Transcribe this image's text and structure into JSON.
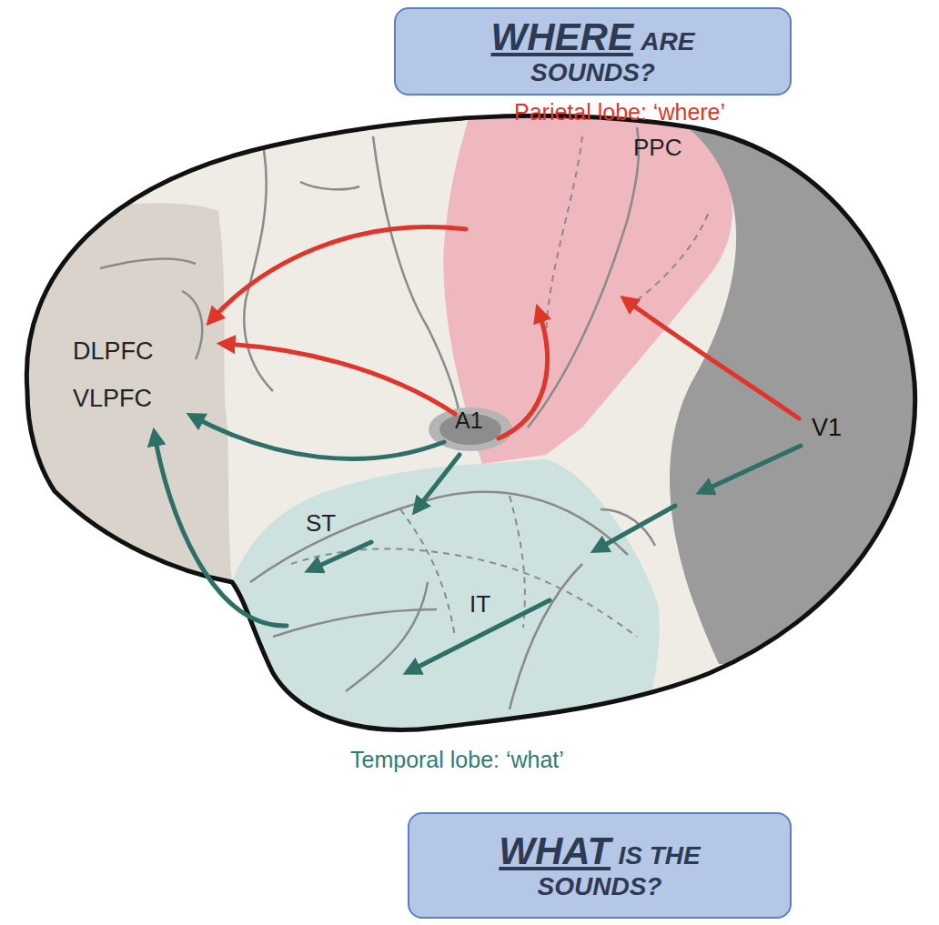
{
  "diagram": {
    "nodes": [
      {
        "text": [
          "WHERE",
          "ARE SOUNDS?"
        ]
      },
      {
        "text": [
          "WHAT",
          "IS THE SOUNDS?"
        ]
      }
    ],
    "labels": [
      "Parietal lobe: ‘where’",
      "PPC",
      "DLPFC",
      "VLPFC",
      "A1",
      "V1",
      "ST",
      "IT",
      "Temporal lobe: ‘what’"
    ]
  }
}
